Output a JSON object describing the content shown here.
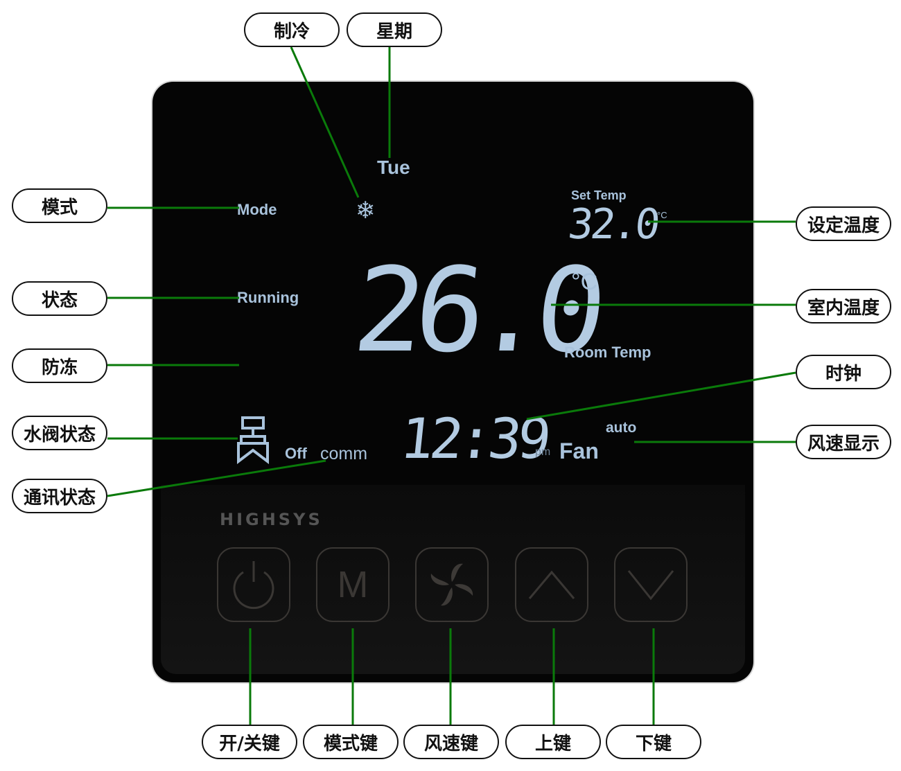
{
  "brand": "HIGHSYS",
  "lcd": {
    "day": "Tue",
    "mode": "Mode",
    "running": "Running",
    "set_temp_label": "Set Temp",
    "set_temp": "32.0",
    "set_unit": "°C",
    "room_temp": "26.0",
    "room_unit": "°C",
    "room_temp_label": "Room Temp",
    "valve_state": "Off",
    "comm": "comm",
    "clock": "12:39",
    "ampm": "pm",
    "fan": "Fan",
    "fan_speed": "auto"
  },
  "callouts": {
    "cooling": "制冷",
    "weekday": "星期",
    "mode": "模式",
    "state": "状态",
    "antifreeze": "防冻",
    "valve": "水阀状态",
    "comm": "通讯状态",
    "set_temp": "设定温度",
    "room_temp": "室内温度",
    "clock": "时钟",
    "fan_display": "风速显示",
    "power_key": "开/关键",
    "mode_key": "模式键",
    "fan_key": "风速键",
    "up_key": "上键",
    "down_key": "下键"
  },
  "buttons": {
    "mode_glyph": "M"
  },
  "colors": {
    "lcd": "#a9c3dc",
    "leader": "#0a7a0a"
  }
}
